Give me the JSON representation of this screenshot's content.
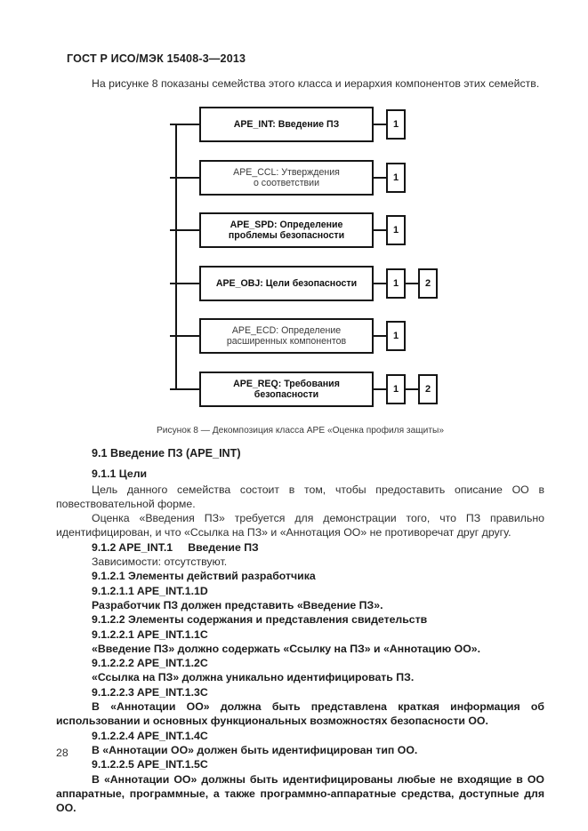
{
  "page": {
    "header": "ГОСТ Р ИСО/МЭК 15408-3—2013",
    "page_number": "28"
  },
  "intro": "На рисунке 8 показаны семейства этого класса и иерархия компонентов этих семейств.",
  "figure": {
    "caption": "Рисунок 8 — Декомпозиция класса АРЕ «Оценка профиля защиты»",
    "families": [
      {
        "line1": "APE_INT: Введение ПЗ",
        "line2": "",
        "components": [
          "1"
        ]
      },
      {
        "line1": "APE_CCL: Утверждения",
        "line2": "о соответствии",
        "components": [
          "1"
        ]
      },
      {
        "line1": "APE_SPD: Определение",
        "line2": "проблемы безопасности",
        "components": [
          "1"
        ]
      },
      {
        "line1": "APE_OBJ: Цели безопасности",
        "line2": "",
        "components": [
          "1",
          "2"
        ]
      },
      {
        "line1": "APE_ECD: Определение",
        "line2": "расширенных компонентов",
        "components": [
          "1"
        ]
      },
      {
        "line1": "APE_REQ: Требования",
        "line2": "безопасности",
        "components": [
          "1",
          "2"
        ]
      }
    ]
  },
  "body": {
    "sec_91": "9.1  Введение ПЗ (APE_INT)",
    "sec_911": "9.1.1  Цели",
    "p1": "Цель данного семейства состоит в том, чтобы предоставить описание ОО в повествовательной форме.",
    "p2": "Оценка «Введения ПЗ» требуется для демонстрации того, что ПЗ правильно идентифицирован, и что «Ссылка на ПЗ» и «Аннотация ОО» не противоречат друг другу.",
    "sec_912": "9.1.2  APE_INT.1     Введение ПЗ",
    "p3": "Зависимости: отсутствуют.",
    "sec_9121": "9.1.2.1  Элементы действий разработчика",
    "sec_91211": "9.1.2.1.1  APE_INT.1.1D",
    "req1": "Разработчик ПЗ должен представить «Введение ПЗ».",
    "sec_9122": "9.1.2.2  Элементы содержания и представления свидетельств",
    "sec_91221": "9.1.2.2.1  APE_INT.1.1C",
    "req2": "«Введение ПЗ» должно содержать «Ссылку на ПЗ» и «Аннотацию ОО».",
    "sec_91222": "9.1.2.2.2  APE_INT.1.2C",
    "req3": "«Ссылка на ПЗ» должна уникально идентифицировать ПЗ.",
    "sec_91223": "9.1.2.2.3  APE_INT.1.3C",
    "req4": "В «Аннотации ОО» должна быть представлена краткая информация об использовании и основных функциональных возможностях безопасности ОО.",
    "sec_91224": "9.1.2.2.4  APE_INT.1.4C",
    "req5": "В «Аннотации ОО» должен быть идентифицирован тип ОО.",
    "sec_91225": "9.1.2.2.5  APE_INT.1.5C",
    "req6": "В «Аннотации ОО» должны быть идентифицированы любые не входящие в ОО аппаратные, программные, а также программно-аппаратные средства, доступные для ОО."
  }
}
